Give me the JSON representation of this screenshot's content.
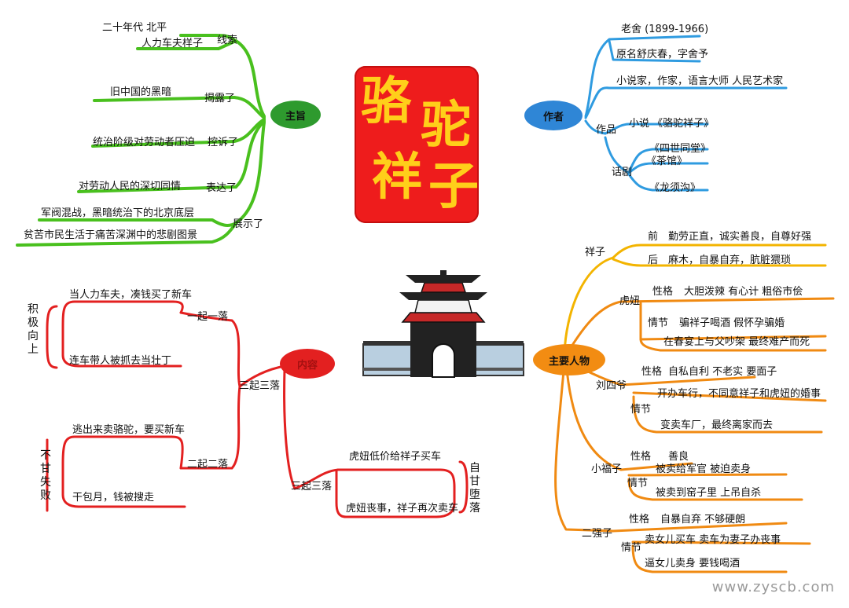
{
  "title": {
    "chars": [
      "骆",
      "驼",
      "祥",
      "子"
    ]
  },
  "colors": {
    "green": "#49c01e",
    "blue": "#2f9be0",
    "red": "#e32020",
    "orange": "#f08a12",
    "yellow": "#f3b400",
    "title_bg": "#ee1c1c",
    "title_text": "#ffcf1a"
  },
  "theme": {
    "node": "主旨",
    "branches": [
      {
        "label": "线索",
        "items": [
          "二十年代 北平",
          "人力车夫样子"
        ]
      },
      {
        "label": "揭露了",
        "items": [
          "旧中国的黑暗"
        ]
      },
      {
        "label": "控诉了",
        "items": [
          "统治阶级对劳动者压迫"
        ]
      },
      {
        "label": "表达了",
        "items": [
          "对劳动人民的深切同情"
        ]
      },
      {
        "label": "展示了",
        "items": [
          "军阀混战，黑暗统治下的北京底层",
          "贫苦市民生活于痛苦深渊中的悲剧图景"
        ]
      }
    ]
  },
  "author": {
    "node": "作者",
    "name": "老舍 (1899-1966)",
    "details": [
      "原名舒庆春，字舍予",
      "小说家，作家，语言大师 人民艺术家"
    ],
    "works_label": "作品",
    "novel_label": "小说",
    "novel": "《骆驼祥子》",
    "drama_label": "话剧",
    "dramas": [
      "《四世同堂》",
      "《茶馆》",
      "《龙须沟》"
    ]
  },
  "plot": {
    "node": "内容",
    "parts": [
      {
        "label": "一起一落",
        "side": "积极向上",
        "items": [
          "当人力车夫，凑钱买了新车",
          "连车带人被抓去当壮丁"
        ]
      },
      {
        "label": "二起二落",
        "side": "不甘失败",
        "items": [
          "逃出来卖骆驼，要买新车",
          "干包月，钱被搜走"
        ]
      },
      {
        "label": "三起三落",
        "side": "自甘堕落",
        "items": [
          "虎妞低价给祥子买车",
          "虎妞丧事，祥子再次卖车"
        ]
      }
    ],
    "joint": "三起三落"
  },
  "characters": {
    "node": "主要人物",
    "xiangzi": {
      "name": "祥子",
      "before_label": "前",
      "before": "勤劳正直，诚实善良，自尊好强",
      "after_label": "后",
      "after": "麻木，自暴自弃，肮脏猥琐"
    },
    "huniu": {
      "name": "虎妞",
      "trait_label": "性格",
      "traits": "大胆泼辣 有心计 粗俗市侩",
      "plot_label": "情节",
      "plot": [
        "骗祥子喝酒 假怀孕骗婚",
        "在春宴上与父吵架 最终难产而死"
      ]
    },
    "liusiye": {
      "name": "刘四爷",
      "trait_label": "性格",
      "traits": "自私自利 不老实 要面子",
      "plot_label": "情节",
      "plot": [
        "开办车行，不同意祥子和虎妞的婚事",
        "变卖车厂，最终离家而去"
      ]
    },
    "xiaofuzi": {
      "name": "小福子",
      "trait_label": "性格",
      "traits": "善良",
      "plot_label": "情节",
      "plot": [
        "被卖给军官 被迫卖身",
        "被卖到窑子里 上吊自杀"
      ]
    },
    "erqiangzi": {
      "name": "二强子",
      "trait_label": "性格",
      "traits": "自暴自弃 不够硬朗",
      "plot_label": "情节",
      "plot": [
        "卖女儿买车 卖车为妻子办丧事",
        "逼女儿卖身 要钱喝酒"
      ]
    }
  },
  "watermark": "www.zyscb.com"
}
